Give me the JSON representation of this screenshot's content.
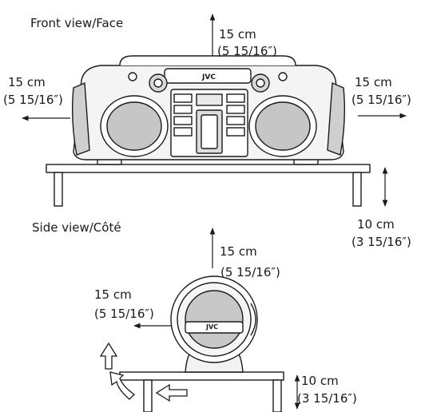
{
  "front": {
    "heading": "Front view/Face",
    "top_clearance": {
      "metric": "15 cm",
      "imperial": "(5 15/16″)"
    },
    "left_clearance": {
      "metric": "15 cm",
      "imperial": "(5 15/16″)"
    },
    "right_clearance": {
      "metric": "15 cm",
      "imperial": "(5 15/16″)"
    },
    "bottom_clearance": {
      "metric": "10 cm",
      "imperial": "(3 15/16″)"
    },
    "brand_logo": "JVC"
  },
  "side": {
    "heading": "Side view/Côté",
    "top_clearance": {
      "metric": "15 cm",
      "imperial": "(5 15/16″)"
    },
    "rear_clearance": {
      "metric": "15 cm",
      "imperial": "(5 15/16″)"
    },
    "bottom_clearance": {
      "metric": "10 cm",
      "imperial": "(3 15/16″)"
    },
    "brand_logo": "JVC"
  }
}
